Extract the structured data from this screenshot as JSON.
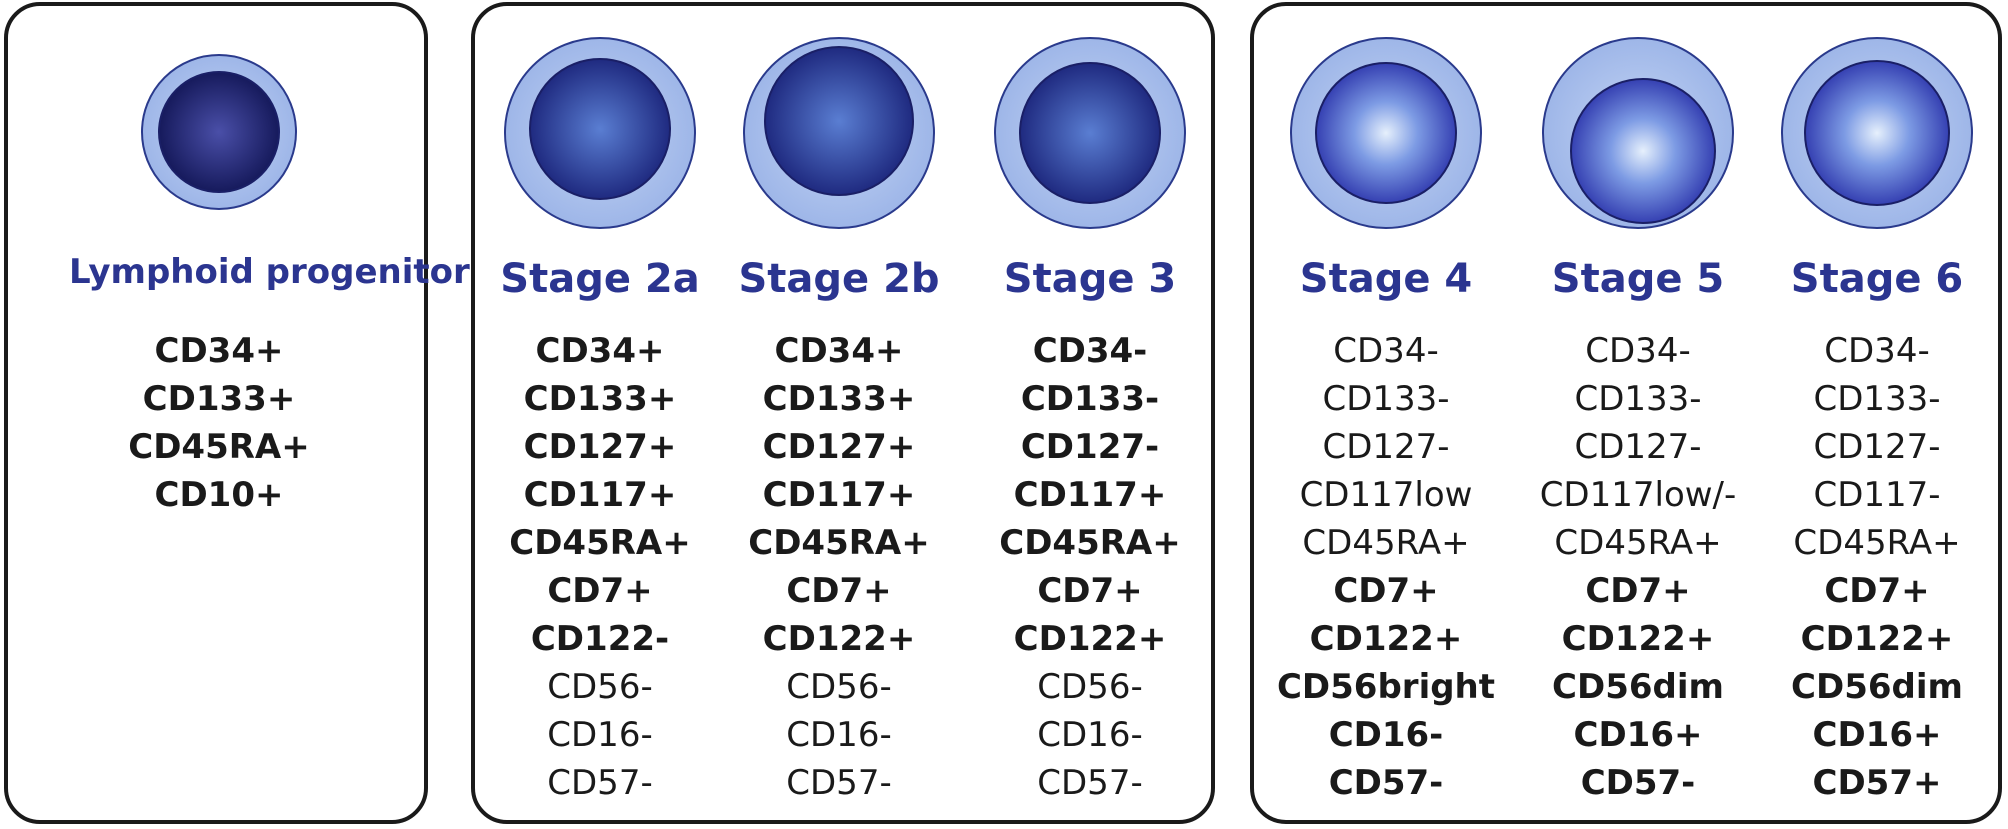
{
  "colors": {
    "title": "#2b3590",
    "outer_cell": "#a8c0ec",
    "nucleus_dark": "#1e2272",
    "nucleus_light": "#5f7fd6"
  },
  "stages": [
    {
      "title": "Lymphoid progenitor",
      "markers": [
        {
          "text": "CD34+",
          "bold": true
        },
        {
          "text": "CD133+",
          "bold": true
        },
        {
          "text": "CD45RA+",
          "bold": true
        },
        {
          "text": "CD10+",
          "bold": true
        }
      ]
    },
    {
      "title": "Stage 2a",
      "markers": [
        {
          "text": "CD34+",
          "bold": true
        },
        {
          "text": "CD133+",
          "bold": true
        },
        {
          "text": "CD127+",
          "bold": true
        },
        {
          "text": "CD117+",
          "bold": true
        },
        {
          "text": "CD45RA+",
          "bold": true
        },
        {
          "text": "CD7+",
          "bold": true
        },
        {
          "text": "CD122-",
          "bold": true
        },
        {
          "text": "CD56-",
          "bold": false
        },
        {
          "text": "CD16-",
          "bold": false
        },
        {
          "text": "CD57-",
          "bold": false
        }
      ]
    },
    {
      "title": "Stage 2b",
      "markers": [
        {
          "text": "CD34+",
          "bold": true
        },
        {
          "text": "CD133+",
          "bold": true
        },
        {
          "text": "CD127+",
          "bold": true
        },
        {
          "text": "CD117+",
          "bold": true
        },
        {
          "text": "CD45RA+",
          "bold": true
        },
        {
          "text": "CD7+",
          "bold": true
        },
        {
          "text": "CD122+",
          "bold": true
        },
        {
          "text": "CD56-",
          "bold": false
        },
        {
          "text": "CD16-",
          "bold": false
        },
        {
          "text": "CD57-",
          "bold": false
        }
      ]
    },
    {
      "title": "Stage 3",
      "markers": [
        {
          "text": "CD34-",
          "bold": true
        },
        {
          "text": "CD133-",
          "bold": true
        },
        {
          "text": "CD127-",
          "bold": true
        },
        {
          "text": "CD117+",
          "bold": true
        },
        {
          "text": "CD45RA+",
          "bold": true
        },
        {
          "text": "CD7+",
          "bold": true
        },
        {
          "text": "CD122+",
          "bold": true
        },
        {
          "text": "CD56-",
          "bold": false
        },
        {
          "text": "CD16-",
          "bold": false
        },
        {
          "text": "CD57-",
          "bold": false
        }
      ]
    },
    {
      "title": "Stage 4",
      "markers": [
        {
          "text": "CD34-",
          "bold": false
        },
        {
          "text": "CD133-",
          "bold": false
        },
        {
          "text": "CD127-",
          "bold": false
        },
        {
          "text": "CD117low",
          "bold": false
        },
        {
          "text": "CD45RA+",
          "bold": false
        },
        {
          "text": "CD7+",
          "bold": true
        },
        {
          "text": "CD122+",
          "bold": true
        },
        {
          "text": "CD56bright",
          "bold": true
        },
        {
          "text": "CD16-",
          "bold": true
        },
        {
          "text": "CD57-",
          "bold": true
        }
      ]
    },
    {
      "title": "Stage 5",
      "markers": [
        {
          "text": "CD34-",
          "bold": false
        },
        {
          "text": "CD133-",
          "bold": false
        },
        {
          "text": "CD127-",
          "bold": false
        },
        {
          "text": "CD117low/-",
          "bold": false
        },
        {
          "text": "CD45RA+",
          "bold": false
        },
        {
          "text": "CD7+",
          "bold": true
        },
        {
          "text": "CD122+",
          "bold": true
        },
        {
          "text": "CD56dim",
          "bold": true
        },
        {
          "text": "CD16+",
          "bold": true
        },
        {
          "text": "CD57-",
          "bold": true
        }
      ]
    },
    {
      "title": "Stage 6",
      "markers": [
        {
          "text": "CD34-",
          "bold": false
        },
        {
          "text": "CD133-",
          "bold": false
        },
        {
          "text": "CD127-",
          "bold": false
        },
        {
          "text": "CD117-",
          "bold": false
        },
        {
          "text": "CD45RA+",
          "bold": false
        },
        {
          "text": "CD7+",
          "bold": true
        },
        {
          "text": "CD122+",
          "bold": true
        },
        {
          "text": "CD56dim",
          "bold": true
        },
        {
          "text": "CD16+",
          "bold": true
        },
        {
          "text": "CD57+",
          "bold": true
        }
      ]
    }
  ]
}
